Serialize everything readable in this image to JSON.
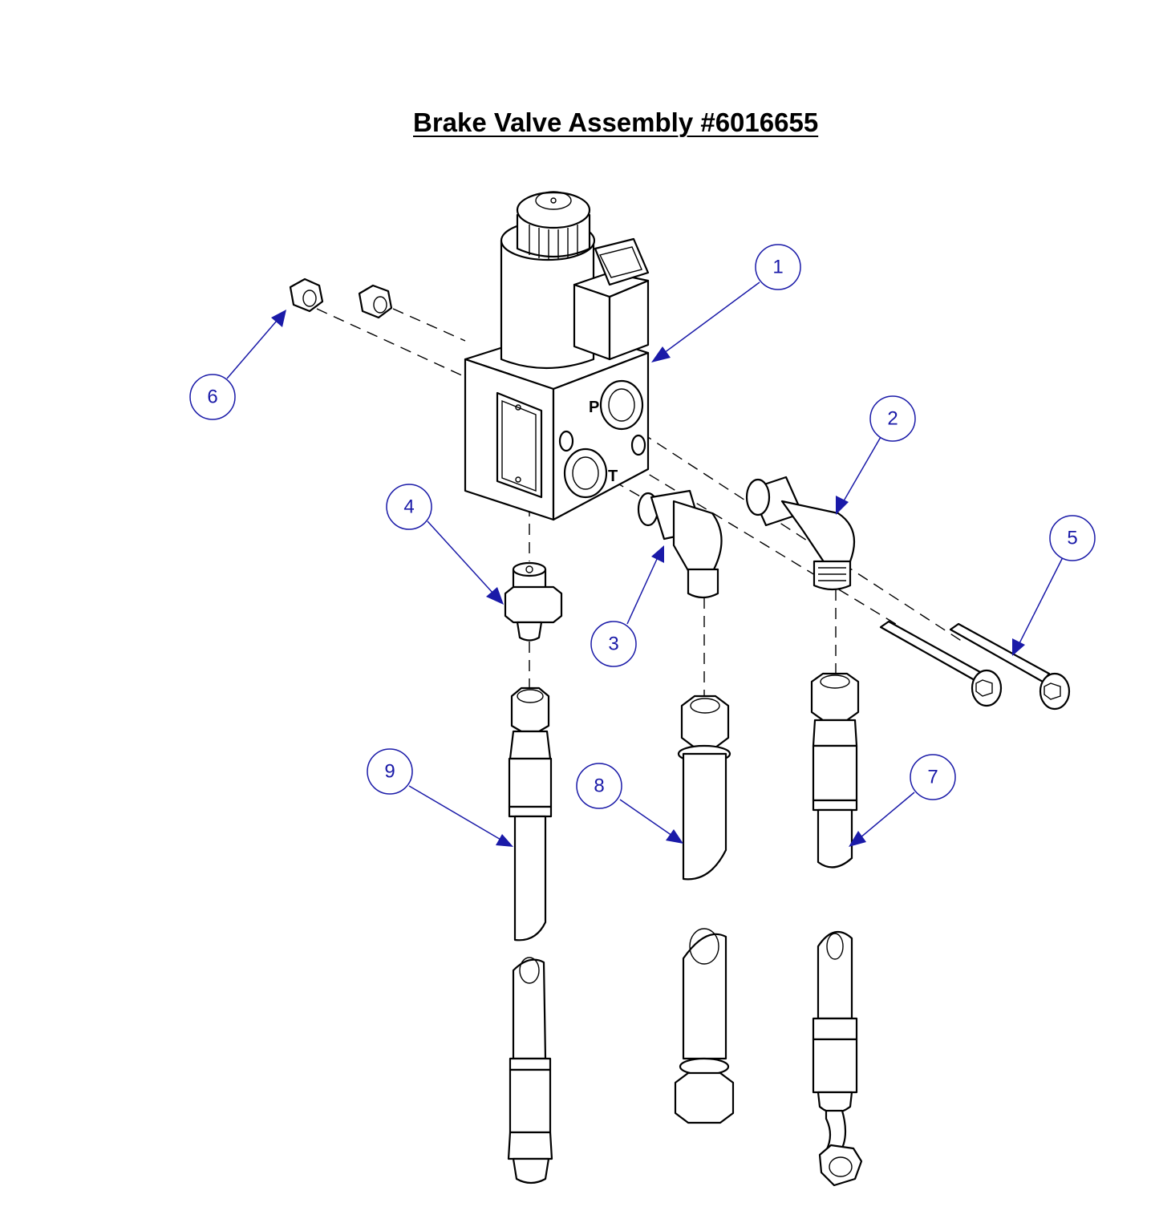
{
  "title": "Brake Valve Assembly #6016655",
  "port_labels": {
    "pressure": "P",
    "tank": "T"
  },
  "balloons": [
    {
      "id": "1",
      "label": "1"
    },
    {
      "id": "2",
      "label": "2"
    },
    {
      "id": "3",
      "label": "3"
    },
    {
      "id": "4",
      "label": "4"
    },
    {
      "id": "5",
      "label": "5"
    },
    {
      "id": "6",
      "label": "6"
    },
    {
      "id": "7",
      "label": "7"
    },
    {
      "id": "8",
      "label": "8"
    },
    {
      "id": "9",
      "label": "9"
    }
  ],
  "colors": {
    "balloon": "#1a1aa8",
    "line": "#000000"
  }
}
